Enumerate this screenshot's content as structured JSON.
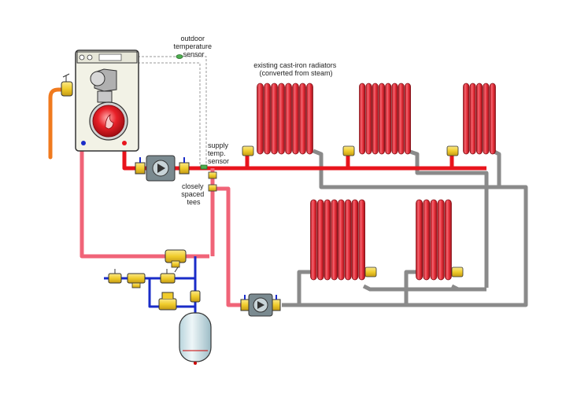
{
  "labels": {
    "outdoor_sensor": [
      "outdoor",
      "temperature",
      "sensor"
    ],
    "radiators": [
      "existing cast-iron radiators",
      "(converted from steam)"
    ],
    "supply_sensor": [
      "supply",
      "temp.",
      "sensor"
    ],
    "closely_spaced_tees": [
      "closely",
      "spaced",
      "tees"
    ]
  },
  "colors": {
    "supply_hot": "#e8141c",
    "supply_pink": "#f06478",
    "return_gray": "#8a8a8a",
    "gas_orange": "#f07a1e",
    "cold_water_blue": "#1a2cc8",
    "brass": "#f2d23a",
    "radiator": "#e8323c",
    "boiler_body": "#f2f2e6"
  },
  "icons": [
    "boiler",
    "burner",
    "circulator-pump",
    "radiator",
    "expansion-tank",
    "valve",
    "sensor"
  ]
}
